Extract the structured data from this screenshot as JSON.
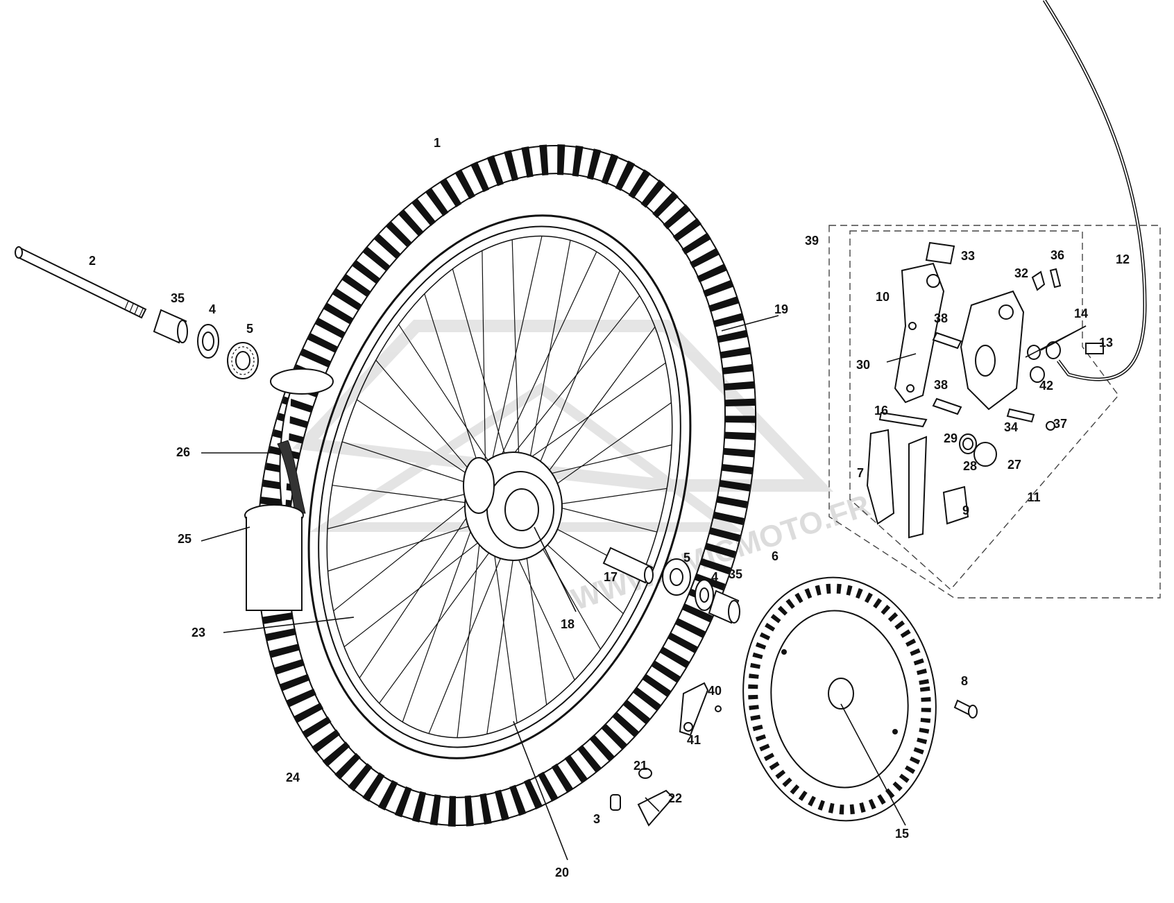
{
  "watermark": "WWW.AMICMOTO.FR",
  "callouts": [
    {
      "id": "1",
      "label": "1"
    },
    {
      "id": "2",
      "label": "2"
    },
    {
      "id": "3",
      "label": "3"
    },
    {
      "id": "4a",
      "label": "4"
    },
    {
      "id": "4b",
      "label": "4"
    },
    {
      "id": "5a",
      "label": "5"
    },
    {
      "id": "5b",
      "label": "5"
    },
    {
      "id": "6",
      "label": "6"
    },
    {
      "id": "7",
      "label": "7"
    },
    {
      "id": "8",
      "label": "8"
    },
    {
      "id": "9",
      "label": "9"
    },
    {
      "id": "10",
      "label": "10"
    },
    {
      "id": "11",
      "label": "11"
    },
    {
      "id": "12",
      "label": "12"
    },
    {
      "id": "13",
      "label": "13"
    },
    {
      "id": "14",
      "label": "14"
    },
    {
      "id": "15",
      "label": "15"
    },
    {
      "id": "16",
      "label": "16"
    },
    {
      "id": "17",
      "label": "17"
    },
    {
      "id": "18",
      "label": "18"
    },
    {
      "id": "19",
      "label": "19"
    },
    {
      "id": "20",
      "label": "20"
    },
    {
      "id": "21",
      "label": "21"
    },
    {
      "id": "22",
      "label": "22"
    },
    {
      "id": "23",
      "label": "23"
    },
    {
      "id": "24",
      "label": "24"
    },
    {
      "id": "25",
      "label": "25"
    },
    {
      "id": "26",
      "label": "26"
    },
    {
      "id": "27",
      "label": "27"
    },
    {
      "id": "28",
      "label": "28"
    },
    {
      "id": "29",
      "label": "29"
    },
    {
      "id": "30",
      "label": "30"
    },
    {
      "id": "32",
      "label": "32"
    },
    {
      "id": "33",
      "label": "33"
    },
    {
      "id": "34",
      "label": "34"
    },
    {
      "id": "35a",
      "label": "35"
    },
    {
      "id": "35b",
      "label": "35"
    },
    {
      "id": "36",
      "label": "36"
    },
    {
      "id": "37",
      "label": "37"
    },
    {
      "id": "38a",
      "label": "38"
    },
    {
      "id": "38b",
      "label": "38"
    },
    {
      "id": "39",
      "label": "39"
    },
    {
      "id": "40",
      "label": "40"
    },
    {
      "id": "41",
      "label": "41"
    },
    {
      "id": "42",
      "label": "42"
    }
  ]
}
